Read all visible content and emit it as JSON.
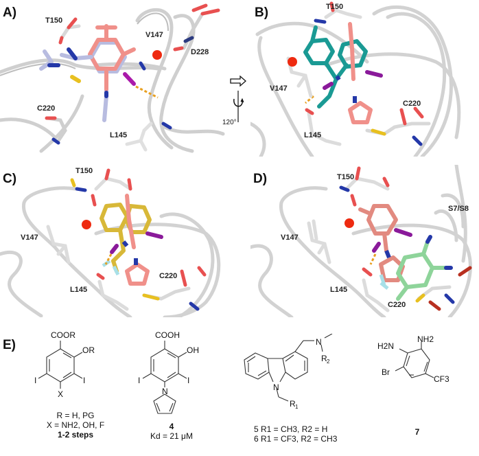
{
  "figure": {
    "panels": [
      {
        "id": "A",
        "label": "A)",
        "residues": [
          "T150",
          "V147",
          "D228",
          "C220",
          "L145"
        ]
      },
      {
        "id": "B",
        "label": "B)",
        "residues": [
          "T150",
          "V147",
          "C220",
          "L145"
        ]
      },
      {
        "id": "C",
        "label": "C)",
        "residues": [
          "T150",
          "V147",
          "C220",
          "L145"
        ]
      },
      {
        "id": "D",
        "label": "D)",
        "residues": [
          "T150",
          "S7/S8",
          "V147",
          "L145",
          "C220"
        ]
      }
    ],
    "rotation": {
      "arrow_icon": "right-arrow-icon",
      "axis_icon": "rotation-axis-icon",
      "label": "120°"
    },
    "colors": {
      "protein": "#d4d4d4",
      "ligand_salmon": "#f08c84",
      "ligand_lavender": "#b8bce0",
      "ligand_teal": "#1a9a94",
      "ligand_yellow": "#d8b838",
      "ligand_green": "#8ed49a",
      "nitrogen": "#2438a8",
      "oxygen": "#e8352a",
      "iodine": "#8a1a9a",
      "sulfur": "#e8c020",
      "fluorine": "#a8e0e8",
      "hbond": "#e8a020",
      "water": "#ee2a10"
    },
    "panel_e": {
      "label": "E)",
      "compounds": [
        {
          "id": "scaffold",
          "atoms": {
            "top": "COOR",
            "ortho": "OR",
            "iodo_left": "I",
            "iodo_right": "I",
            "para": "X"
          },
          "caption_lines": [
            "R = H, PG",
            "X = NH2, OH, F",
            "1-2 steps"
          ]
        },
        {
          "id": "4",
          "atoms": {
            "top": "COOH",
            "ortho": "OH",
            "iodo_left": "I",
            "iodo_right": "I",
            "n": "N"
          },
          "caption_number": "4",
          "caption_kd": "Kd = 21 μM"
        },
        {
          "id": "5-6",
          "atoms": {
            "n_ring": "N",
            "n_amine": "N",
            "r1": "R1",
            "r2": "R2"
          },
          "caption_lines": [
            "5 R1 = CH3, R2 = H",
            "6 R1 = CF3, R2 = CH3"
          ]
        },
        {
          "id": "7",
          "atoms": {
            "nh2_top": "NH2",
            "h2n": "H2N",
            "br": "Br",
            "cf3": "CF3"
          },
          "caption_number": "7"
        }
      ]
    }
  }
}
